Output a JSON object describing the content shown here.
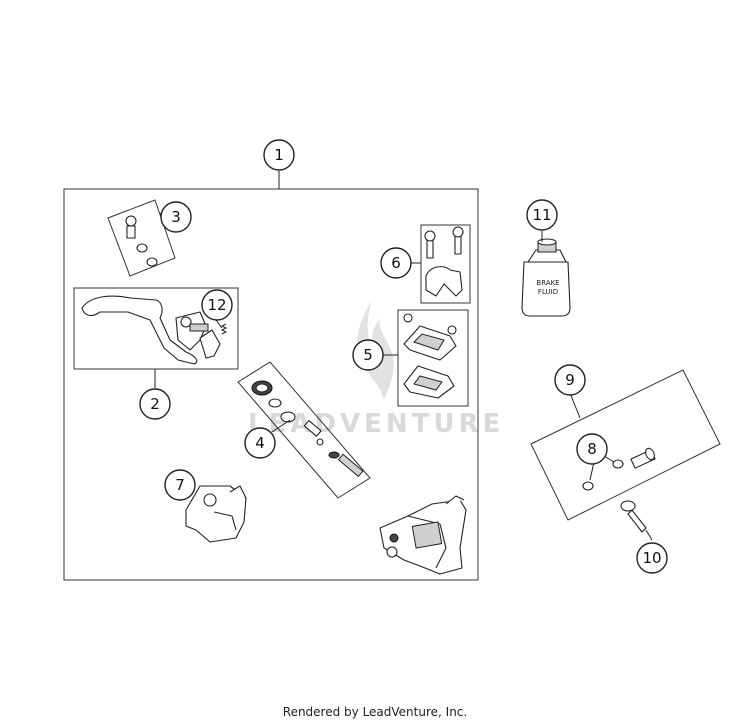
{
  "diagram": {
    "callouts": [
      "1",
      "2",
      "3",
      "4",
      "5",
      "6",
      "7",
      "8",
      "9",
      "10",
      "11",
      "12"
    ],
    "bottle_label": [
      "BRAKE",
      "FLUID"
    ]
  },
  "watermark": {
    "text": "LEADVENTURE"
  },
  "footer": {
    "text": "Rendered by LeadVenture, Inc."
  }
}
